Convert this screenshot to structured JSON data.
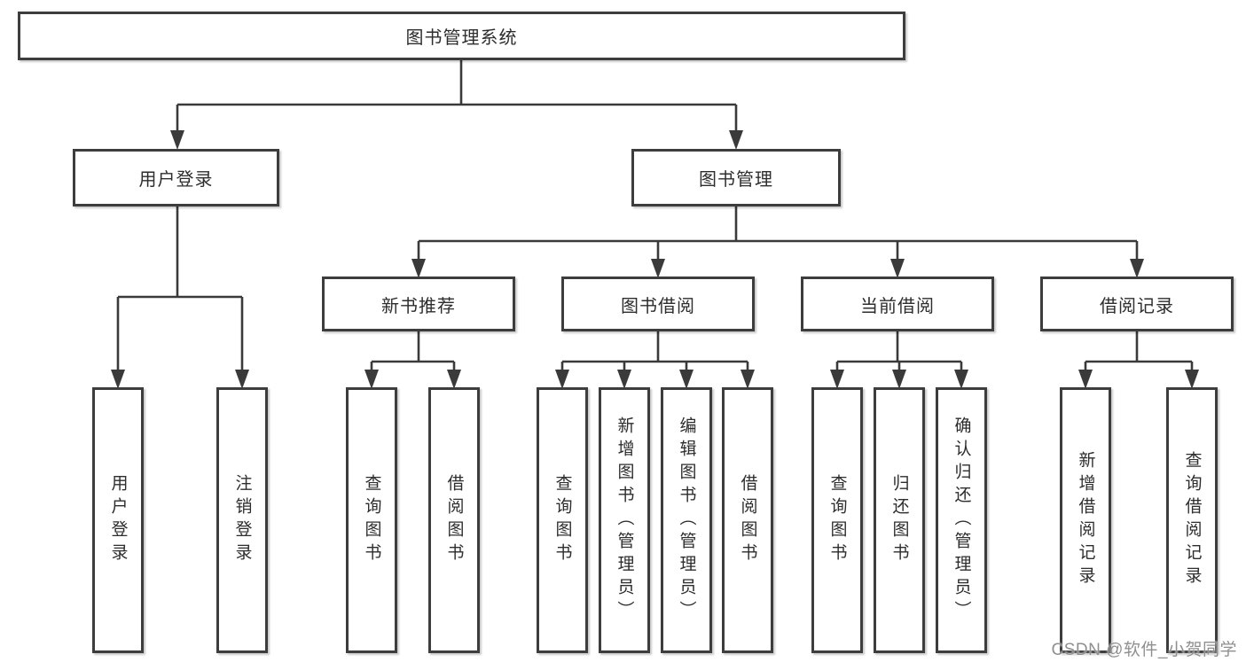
{
  "diagram": {
    "nodes": {
      "root": "图书管理系统",
      "user_login": "用户登录",
      "book_management": "图书管理",
      "new_book_recommendation": "新书推荐",
      "book_borrowing": "图书借阅",
      "current_borrowing": "当前借阅",
      "borrowing_records": "借阅记录",
      "leaf_user_login": "用户登录",
      "leaf_logout": "注销登录",
      "leaf_nb_query_books": "查询图书",
      "leaf_nb_borrow_books": "借阅图书",
      "leaf_bb_query_books": "查询图书",
      "leaf_bb_add_books_admin": "新增图书（管理员）",
      "leaf_bb_edit_books_admin": "编辑图书（管理员）",
      "leaf_bb_borrow_books": "借阅图书",
      "leaf_cb_query_books": "查询图书",
      "leaf_cb_return_books": "归还图书",
      "leaf_cb_confirm_return_admin": "确认归还（管理员）",
      "leaf_br_add_record": "新增借阅记录",
      "leaf_br_query_record": "查询借阅记录"
    },
    "watermark": "CSDN @软件_小贺同学",
    "colors": {
      "line": "#3a3a3a",
      "box_border": "#3d3d3d",
      "text": "#2d2d2d",
      "watermark": "#8f8f8f",
      "background": "#ffffff"
    }
  }
}
